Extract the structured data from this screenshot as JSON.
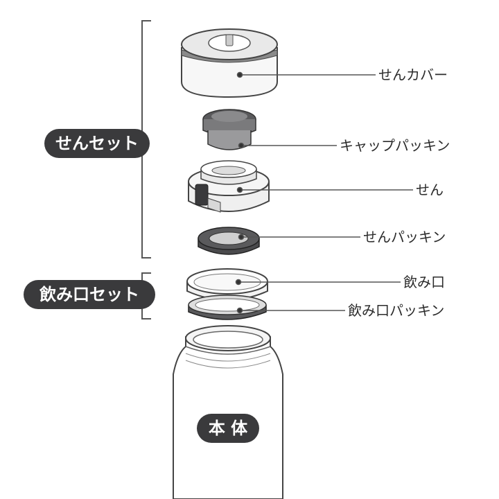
{
  "groups": {
    "sen_set": "せんセット",
    "nomikuchi_set": "飲み口セット",
    "body": "本 体"
  },
  "parts": {
    "sen_cover": "せんカバー",
    "cap_packing": "キャップパッキン",
    "sen": "せん",
    "sen_packing": "せんパッキン",
    "nomikuchi": "飲み口",
    "nomikuchi_packing": "飲み口パッキン"
  },
  "colors": {
    "line": "#555555",
    "dark": "#3a3a3c",
    "gasket": "#4a4a4c",
    "metal": "#9a9a9a"
  }
}
